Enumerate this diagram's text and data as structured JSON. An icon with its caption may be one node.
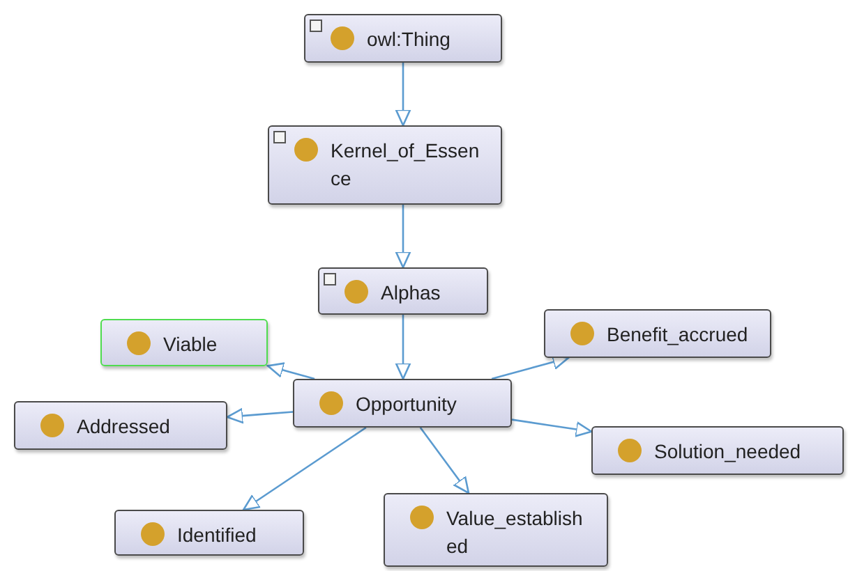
{
  "diagram": {
    "nodes": [
      {
        "text": [
          "owl:Thing"
        ]
      },
      {
        "text": [
          "Kernel_of_Essence"
        ]
      },
      {
        "text": [
          "Alphas"
        ]
      },
      {
        "text": [
          "Viable"
        ]
      },
      {
        "text": [
          "Benefit_accrued"
        ]
      },
      {
        "text": [
          "Addressed"
        ]
      },
      {
        "text": [
          "Opportunity"
        ]
      },
      {
        "text": [
          "Solution_needed"
        ]
      },
      {
        "text": [
          "Identified"
        ]
      },
      {
        "text": [
          "Value_established"
        ]
      }
    ],
    "edges": [
      {
        "from": 0,
        "to": 1,
        "arrow": "to"
      },
      {
        "from": 1,
        "to": 2,
        "arrow": "to"
      },
      {
        "from": 2,
        "to": 6,
        "arrow": "to"
      },
      {
        "from": 6,
        "to": 3,
        "arrow": "to"
      },
      {
        "from": 6,
        "to": 4,
        "arrow": "to"
      },
      {
        "from": 6,
        "to": 5,
        "arrow": "to"
      },
      {
        "from": 6,
        "to": 7,
        "arrow": "to"
      },
      {
        "from": 6,
        "to": 8,
        "arrow": "to"
      },
      {
        "from": 6,
        "to": 9,
        "arrow": "to"
      }
    ]
  }
}
